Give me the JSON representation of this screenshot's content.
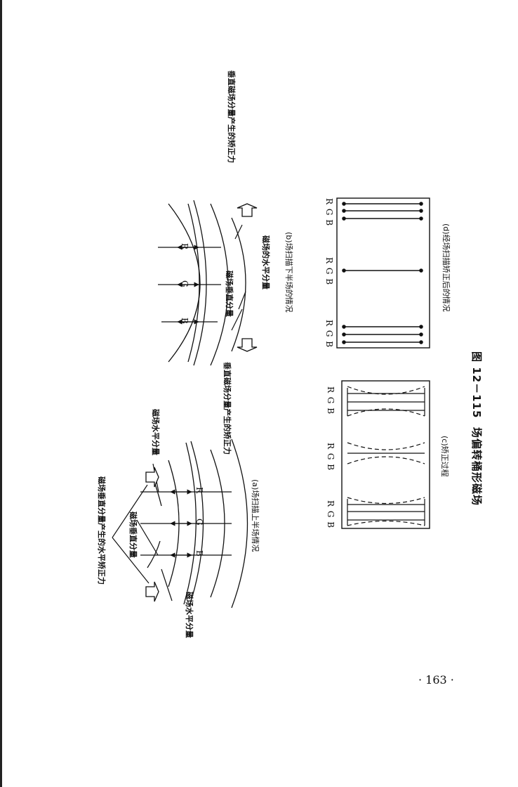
{
  "figure": {
    "number": "图 12－115",
    "title": "场偏转桶形磁场"
  },
  "panel_a": {
    "caption": "(a)场扫描上半场情况",
    "label_force": "磁场垂直分量产生的水平矫正力",
    "label_vertical": "磁场垂直分量",
    "label_horizontal_top": "磁场水平分量",
    "label_horizontal_bottom": "磁场水平分量",
    "letter_b": "B",
    "letter_g": "G",
    "letter_r": "R"
  },
  "panel_b": {
    "caption": "(b)场扫描下半场的情况",
    "label_force_top": "垂直磁场分量产生的矫正力",
    "label_force_bottom": "垂直磁场分量产生的矫正力",
    "label_vertical": "磁场垂直分量",
    "label_horizontal": "磁场的水平分量",
    "letter_b": "B",
    "letter_g": "G",
    "letter_r": "R"
  },
  "panel_c": {
    "caption": "(c)矫正过程",
    "rgb_1": "R G B",
    "rgb_2": "R G B",
    "rgb_3": "R G B"
  },
  "panel_d": {
    "caption": "(d)经场扫描矫正后的情况",
    "rgb_1": "R G B",
    "rgb_2": "R G B",
    "rgb_3": "R G B"
  },
  "page_number": "· 163 ·"
}
